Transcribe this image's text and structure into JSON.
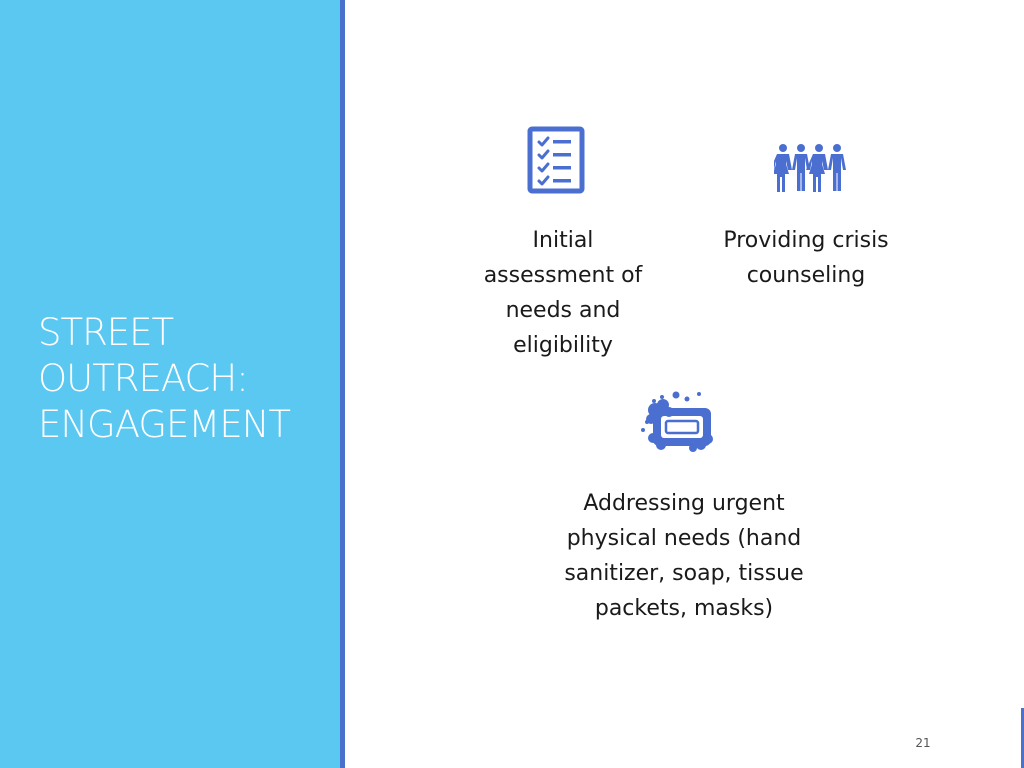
{
  "title": {
    "lines": [
      "STREET",
      "OUTREACH:",
      "ENGAGEMENT"
    ]
  },
  "items": [
    {
      "icon": "checklist-icon",
      "lines": [
        "Initial",
        "assessment of",
        "needs and",
        "eligibility"
      ]
    },
    {
      "icon": "people-group-icon",
      "lines": [
        "Providing crisis",
        "counseling"
      ]
    },
    {
      "icon": "soap-icon",
      "lines": [
        "Addressing urgent",
        "physical needs (hand",
        "sanitizer, soap, tissue",
        "packets, masks)"
      ]
    }
  ],
  "page_number": "21",
  "colors": {
    "panel": "#5bc8f2",
    "accent": "#4a72cc",
    "icon": "#4a6fd0",
    "title_text": "#ffffff",
    "body_text": "#1a1a1a"
  }
}
